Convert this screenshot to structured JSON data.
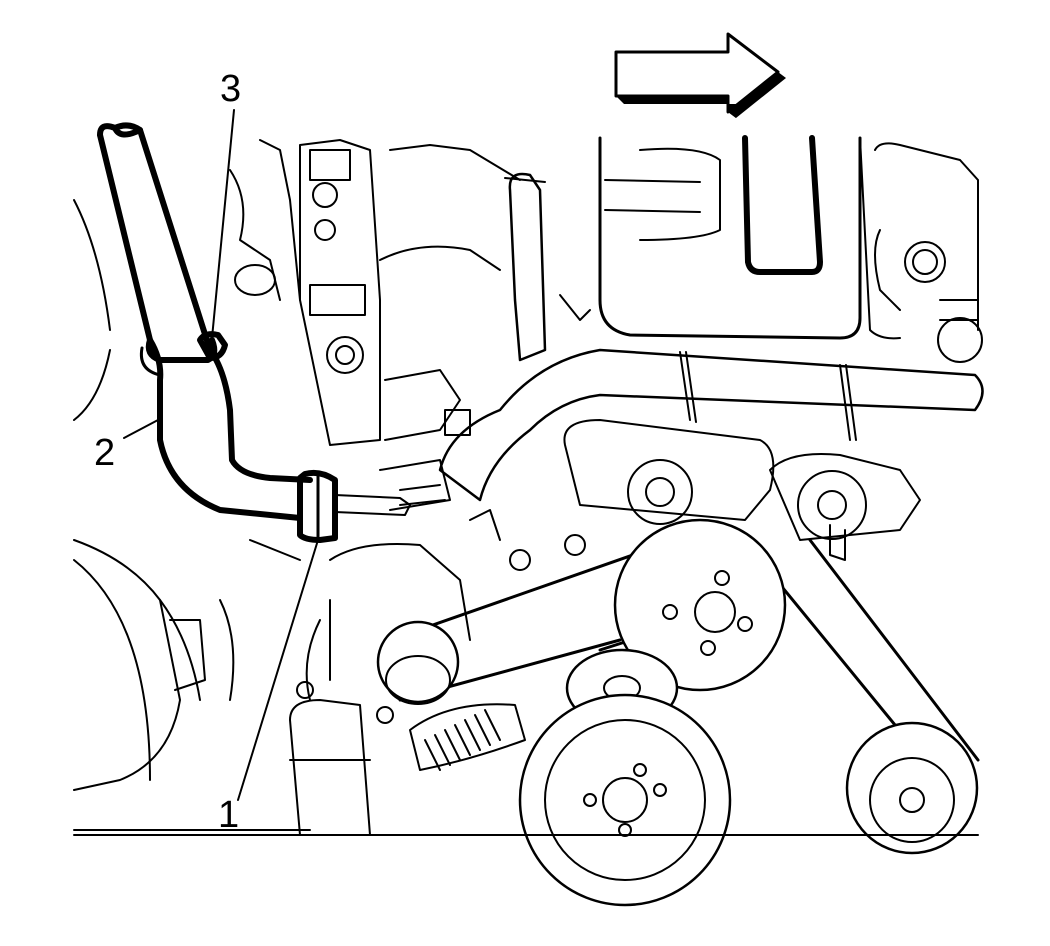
{
  "callouts": [
    {
      "id": "1",
      "label": "1"
    },
    {
      "id": "2",
      "label": "2"
    },
    {
      "id": "3",
      "label": "3"
    }
  ],
  "icons": {
    "direction": "arrow-right-icon"
  },
  "colors": {
    "ink": "#000000",
    "paper": "#ffffff"
  }
}
